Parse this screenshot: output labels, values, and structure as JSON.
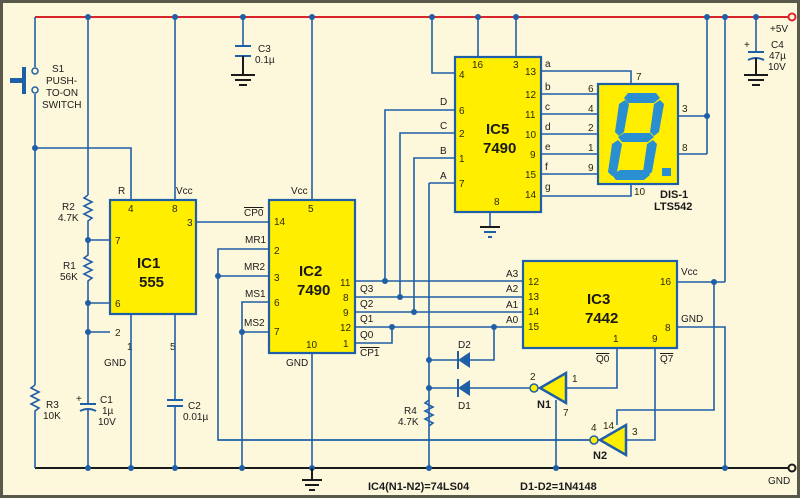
{
  "title": "Circuit schematic: push-button dice / counter with 555, 7490, 7442 and 7-segment display",
  "colors": {
    "background": "#fdf8dc",
    "wire": "#1f5fa8",
    "supply_rail": "#d8242a",
    "ground_rail": "#1a1a1a",
    "ic_fill": "#ffee00",
    "segment": "#2a8fd0"
  },
  "rails": {
    "supply": "+5V",
    "ground": "GND"
  },
  "switch": {
    "ref": "S1",
    "desc_1": "PUSH-",
    "desc_2": "TO-ON",
    "desc_3": "SWITCH"
  },
  "resistors": [
    {
      "ref": "R1",
      "value": "56K"
    },
    {
      "ref": "R2",
      "value": "4.7K"
    },
    {
      "ref": "R3",
      "value": "10K"
    },
    {
      "ref": "R4",
      "value": "4.7K"
    }
  ],
  "capacitors": [
    {
      "ref": "C1",
      "value": "1µ",
      "rating": "10V"
    },
    {
      "ref": "C2",
      "value": "0.01µ"
    },
    {
      "ref": "C3",
      "value": "0.1µ"
    },
    {
      "ref": "C4",
      "value": "47µ",
      "rating": "10V"
    }
  ],
  "ic1": {
    "ref": "IC1",
    "part": "555",
    "label_r": "R",
    "label_vcc": "Vcc",
    "label_gnd": "GND",
    "pins": {
      "p4": "4",
      "p8": "8",
      "p3": "3",
      "p7": "7",
      "p6": "6",
      "p2": "2",
      "p1": "1",
      "p5": "5"
    }
  },
  "ic2": {
    "ref": "IC2",
    "part": "7490",
    "label_vcc": "Vcc",
    "label_gnd": "GND",
    "left_labels": {
      "cp0": "CP0",
      "mr1": "MR1",
      "mr2": "MR2",
      "ms1": "MS1",
      "ms2": "MS2"
    },
    "right_labels": {
      "q3": "Q3",
      "q2": "Q2",
      "q1": "Q1",
      "q0": "Q0",
      "cp1": "CP1"
    },
    "pins": {
      "p5": "5",
      "p14": "14",
      "p2": "2",
      "p3": "3",
      "p6": "6",
      "p7": "7",
      "p10": "10",
      "p11": "11",
      "p8": "8",
      "p9": "9",
      "p12": "12",
      "p1": "1"
    }
  },
  "ic5": {
    "ref": "IC5",
    "part": "7490",
    "left_labels": {
      "d": "D",
      "c": "C",
      "b": "B",
      "a": "A"
    },
    "seg_labels": {
      "a": "a",
      "b": "b",
      "c": "c",
      "d": "d",
      "e": "e",
      "f": "f",
      "g": "g"
    },
    "pins": {
      "p16": "16",
      "p3": "3",
      "p4": "4",
      "p6": "6",
      "p2": "2",
      "p1": "1",
      "p7": "7",
      "p8": "8",
      "p13": "13",
      "p12": "12",
      "p11": "11",
      "p10": "10",
      "p9": "9",
      "p15": "15",
      "p14": "14"
    }
  },
  "display": {
    "ref": "DIS-1",
    "part": "LTS542",
    "pins": {
      "p7": "7",
      "p6": "6",
      "p4": "4",
      "p2": "2",
      "p1": "1",
      "p9": "9",
      "p10": "10",
      "p3": "3",
      "p8": "8"
    }
  },
  "ic3": {
    "ref": "IC3",
    "part": "7442",
    "label_vcc": "Vcc",
    "label_gnd": "GND",
    "left_labels": {
      "a3": "A3",
      "a2": "A2",
      "a1": "A1",
      "a0": "A0"
    },
    "bottom_labels": {
      "q0": "Q0",
      "q7": "Q7"
    },
    "pins": {
      "p12": "12",
      "p13": "13",
      "p14": "14",
      "p15": "15",
      "p16": "16",
      "p8": "8",
      "p1": "1",
      "p9": "9"
    }
  },
  "diodes": [
    {
      "ref": "D1"
    },
    {
      "ref": "D2"
    }
  ],
  "gates": [
    {
      "ref": "N1",
      "in_pin": "1",
      "out_pin": "2",
      "gnd_pin": "7"
    },
    {
      "ref": "N2",
      "in_pin": "3",
      "out_pin": "4",
      "vcc_pin": "14"
    }
  ],
  "notes": {
    "ic4": "IC4(N1-N2)=74LS04",
    "diodes": "D1-D2=1N4148"
  }
}
